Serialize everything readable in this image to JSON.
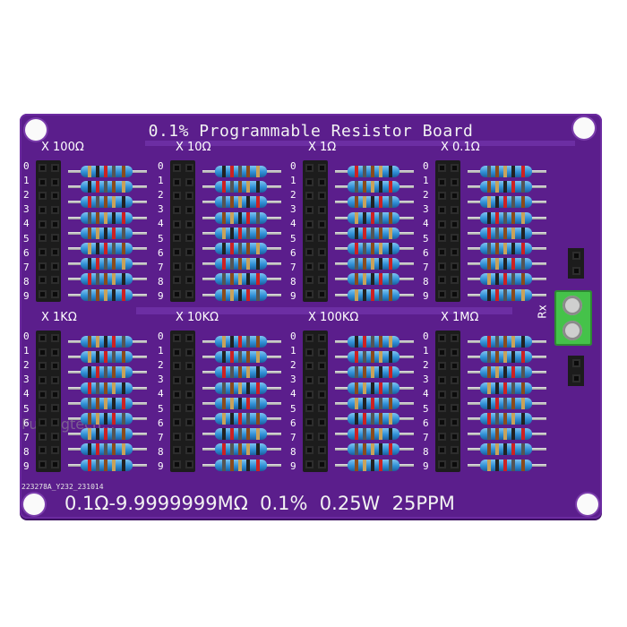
{
  "board_title": "0.1% Programmable Resistor Board",
  "footer_spec": "0.1Ω-9.9999999MΩ  0.1%  0.25W  25PPM",
  "pcb_code": "223278A_Y232_231014",
  "rx_label": "Rx",
  "watermark": "Fu...ngtech...",
  "pin_numbers": [
    "0",
    "1",
    "2",
    "3",
    "4",
    "5",
    "6",
    "7",
    "8",
    "9"
  ],
  "groups": [
    {
      "label": "X 100Ω"
    },
    {
      "label": "X 10Ω"
    },
    {
      "label": "X 1Ω"
    },
    {
      "label": "X 0.1Ω"
    },
    {
      "label": "X 1KΩ"
    },
    {
      "label": "X 10KΩ"
    },
    {
      "label": "X 100KΩ"
    },
    {
      "label": "X 1MΩ"
    }
  ],
  "colors": {
    "pcb": "#5b1e8c",
    "resistor_body": "#2f8fd6",
    "header": "#1c1c1c",
    "terminal": "#45c24a"
  }
}
